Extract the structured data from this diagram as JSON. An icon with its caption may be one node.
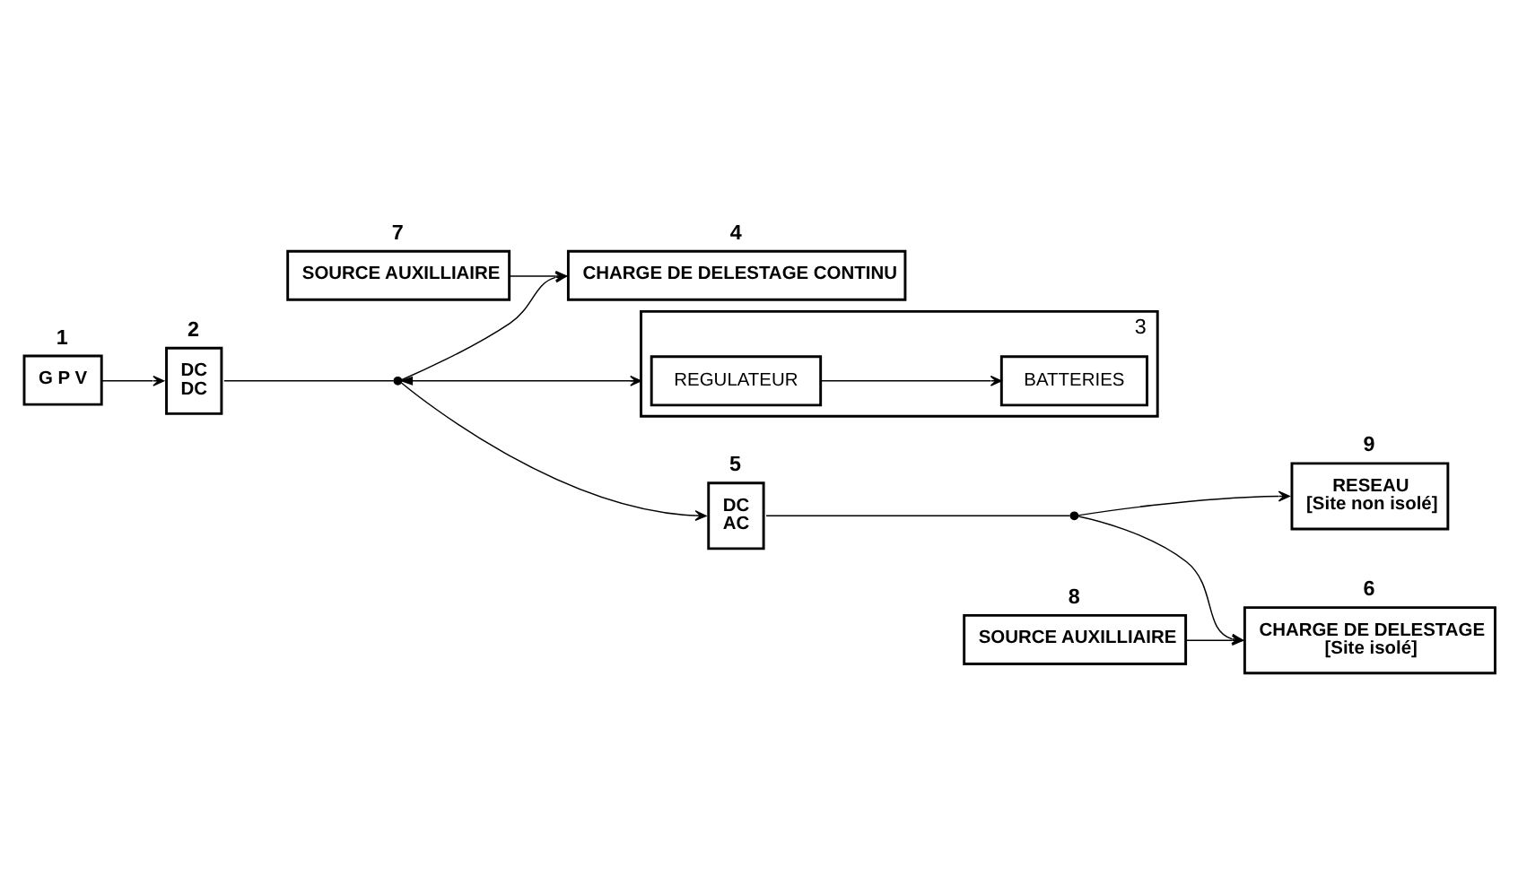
{
  "diagram": {
    "nodes": [
      {
        "text": [
          "G P V"
        ],
        "beside": [
          "1"
        ]
      },
      {
        "text": [
          "DC",
          "DC"
        ],
        "beside": [
          "2"
        ]
      },
      {
        "text": [
          "CHARGE DE DELESTAGE CONTINU"
        ],
        "beside": [
          "4"
        ]
      },
      {
        "text": [
          "SOURCE AUXILLIAIRE"
        ],
        "beside": [
          "7"
        ]
      },
      {
        "text": [],
        "shape": "box",
        "beside": [
          "3"
        ]
      },
      {
        "text": [
          "REGULATEUR"
        ],
        "in": 4
      },
      {
        "text": [
          "BATTERIES"
        ],
        "in": 4
      },
      {
        "text": [
          "DC",
          "AC"
        ],
        "beside": [
          "5"
        ]
      },
      {
        "text": [],
        "shape": "circle"
      },
      {
        "text": [],
        "shape": "circle"
      },
      {
        "text": [
          "RESEAU",
          "[Site non isolé]"
        ],
        "beside": [
          "9"
        ]
      },
      {
        "text": [
          "CHARGE DE DELESTAGE",
          "[Site isolé]"
        ],
        "beside": [
          "6"
        ]
      },
      {
        "text": [
          "SOURCE AUXILLIAIRE"
        ],
        "beside": [
          "8"
        ]
      }
    ],
    "edges": [
      {
        "from": 0,
        "to": 1,
        "arrow": "to"
      },
      {
        "from": 1,
        "to": 8,
        "arrow": "none"
      },
      {
        "from": 8,
        "to": 2,
        "arrow": "to"
      },
      {
        "from": 8,
        "to": 7,
        "arrow": "to"
      },
      {
        "from": 8,
        "to": 4,
        "arrow": "both"
      },
      {
        "from": 3,
        "to": 2,
        "arrow": "to"
      },
      {
        "from": 5,
        "to": 6,
        "arrow": "to"
      },
      {
        "from": 7,
        "to": 9,
        "arrow": "none"
      },
      {
        "from": 9,
        "to": 10,
        "arrow": "to"
      },
      {
        "from": 9,
        "to": 11,
        "arrow": "to"
      },
      {
        "from": 12,
        "to": 11,
        "arrow": "to"
      }
    ]
  }
}
